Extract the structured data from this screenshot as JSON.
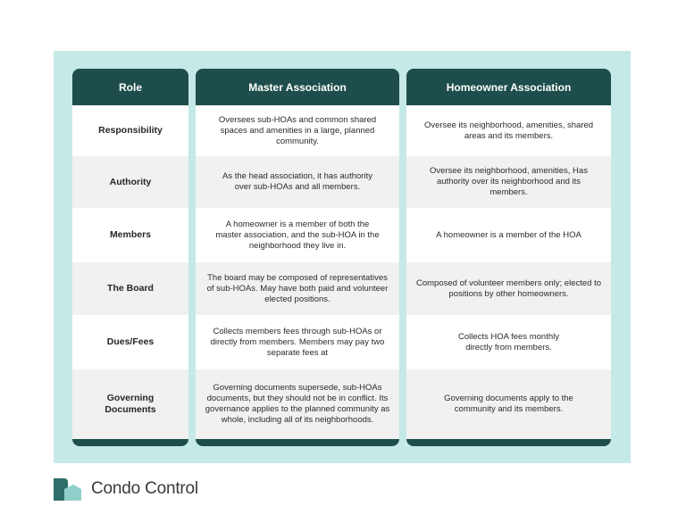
{
  "headers": {
    "role": "Role",
    "master": "Master Association",
    "hoa": "Homeowner Association"
  },
  "rows": [
    {
      "role": "Responsibility",
      "master": "Oversees sub-HOAs and common shared spaces and amenities in a large, planned community.",
      "hoa": "Oversee its neighborhood, amenities, shared areas and its members."
    },
    {
      "role": "Authority",
      "master": "As the head association, it has authority over sub-HOAs and all members.",
      "hoa": "Oversee its neighborhood, amenities, Has authority over its neighborhood and its members."
    },
    {
      "role": "Members",
      "master": "A homeowner is a member of both the master association, and the sub-HOA in the neighborhood they live in.",
      "hoa": "A homeowner is a member of the HOA"
    },
    {
      "role": "The Board",
      "master": "The board may be composed of representatives of sub-HOAs. May have both paid and volunteer elected positions.",
      "hoa": "Composed of volunteer members only; elected to positions by other homeowners."
    },
    {
      "role": "Dues/Fees",
      "master": "Collects members fees through sub-HOAs or directly from members. Members may pay two separate fees at",
      "hoa": "Collects HOA fees monthly directly from members."
    },
    {
      "role": "Governing Documents",
      "master": "Governing documents supersede, sub-HOAs documents, but they should not be in conflict. Its governance applies to the planned community as whole, including all of its neighborhoods.",
      "hoa": "Governing documents apply to the community and its members."
    }
  ],
  "brand": {
    "name": "Condo Control",
    "logo_icon": "condo-control-logo-icon"
  },
  "colors": {
    "panel": "#c5e9e7",
    "header": "#1e4e4c",
    "alt_row": "#f1f1f1",
    "logo_dark": "#2f6f6b",
    "logo_light": "#8fd0cb"
  }
}
